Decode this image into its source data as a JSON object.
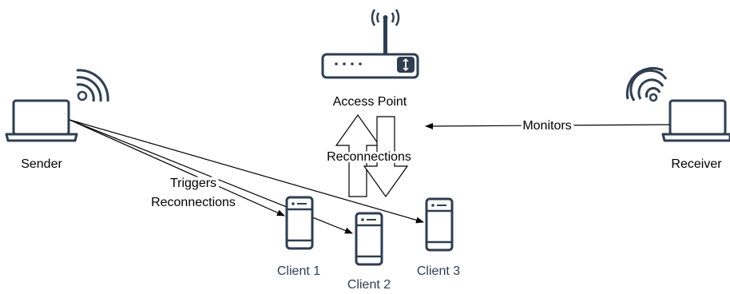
{
  "nodes": {
    "access_point": {
      "label": "Access Point"
    },
    "sender": {
      "label": "Sender"
    },
    "receiver": {
      "label": "Receiver"
    },
    "client1": {
      "label": "Client 1"
    },
    "client2": {
      "label": "Client 2"
    },
    "client3": {
      "label": "Client 3"
    }
  },
  "edges": {
    "monitors": {
      "label": "Monitors"
    },
    "reconnections": {
      "label": "Reconnections"
    },
    "triggers_line1": "Triggers",
    "triggers_line2": "Reconnections"
  },
  "colors": {
    "stroke": "#000000",
    "device": "#2f3e50",
    "client_label": "#2f3e50"
  }
}
